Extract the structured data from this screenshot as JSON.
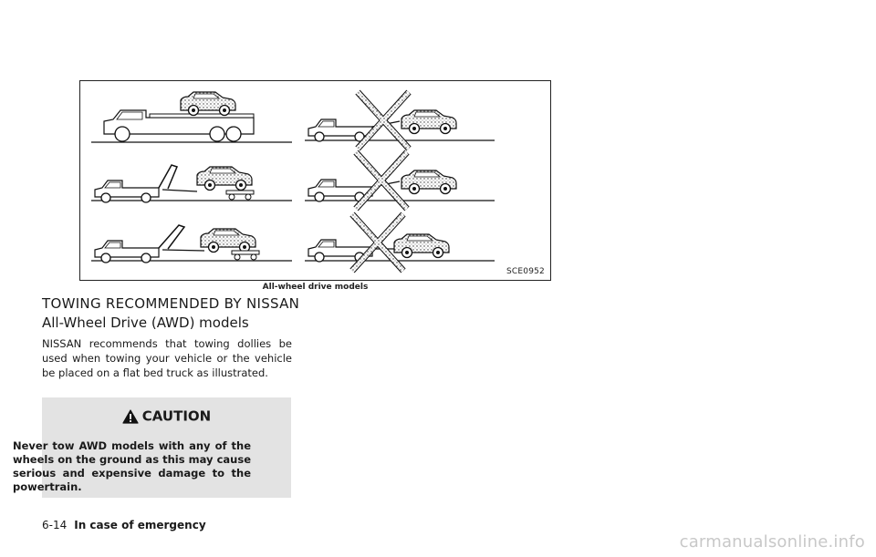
{
  "figure": {
    "code": "SCE0952",
    "caption": "All-wheel drive models",
    "panels": [
      {
        "method": "flat-bed-truck",
        "recommended": true
      },
      {
        "method": "wheel-lift-with-towing-dollies",
        "recommended": true
      },
      {
        "method": "wheel-lift-with-towing-dollies",
        "recommended": true
      },
      {
        "method": "rear-wheels-on-ground",
        "recommended": false
      },
      {
        "method": "front-wheels-on-ground",
        "recommended": false
      },
      {
        "method": "all-wheels-on-ground",
        "recommended": false
      }
    ]
  },
  "heading": "TOWING RECOMMENDED BY NISSAN",
  "subheading": "All-Wheel Drive (AWD) models",
  "body": "NISSAN recommends that towing dollies be used when towing your vehicle or the vehicle be placed on a flat bed truck as illustrated.",
  "caution": {
    "icon": "warning-triangle-icon",
    "title": "CAUTION",
    "text": "Never tow AWD models with any of the wheels on the ground as this may cause serious and expensive damage to the powertrain."
  },
  "footer": {
    "page_number": "6-14",
    "section": "In case of emergency"
  },
  "watermark": "carmanualsonline.info"
}
